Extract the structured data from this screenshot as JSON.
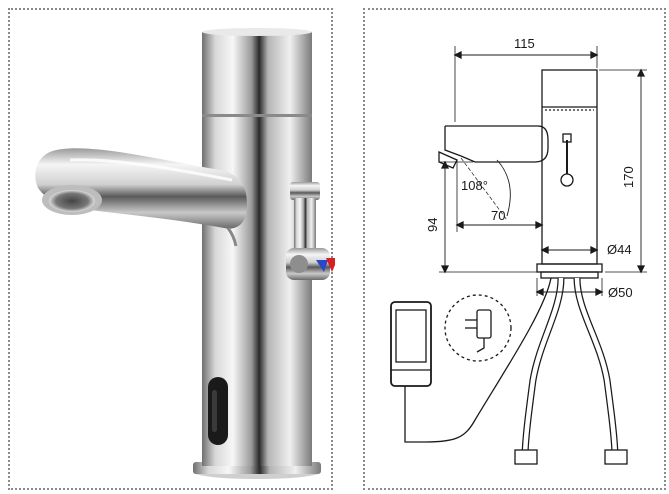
{
  "drawing": {
    "width_label": "115",
    "height_label": "170",
    "spout_height_label": "94",
    "reach_label": "70",
    "angle_label": "108°",
    "body_diameter_label": "Ø44",
    "base_diameter_label": "Ø50"
  }
}
